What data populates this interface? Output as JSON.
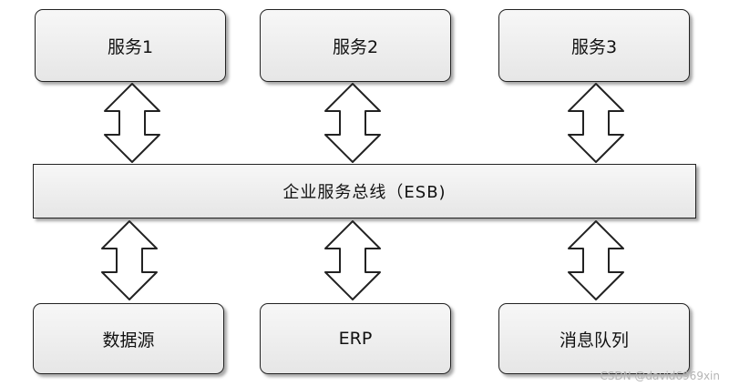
{
  "services": {
    "s1": "服务1",
    "s2": "服务2",
    "s3": "服务3"
  },
  "bus": {
    "label": "企业服务总线（ESB)"
  },
  "backends": {
    "b1": "数据源",
    "b2": "ERP",
    "b3": "消息队列"
  },
  "watermark": "CSDN @david6969xin"
}
